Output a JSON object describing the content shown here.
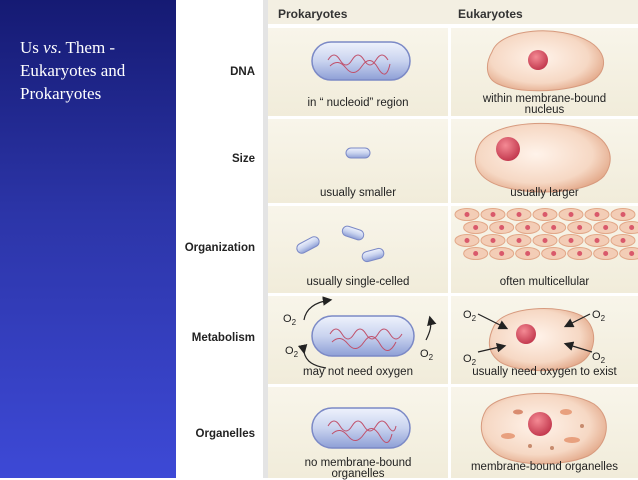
{
  "slide": {
    "title_line1_pre": "Us ",
    "title_line1_italic": "vs",
    "title_line1_post": ". Them -",
    "title_line2": "Eukaryotes and",
    "title_line3": "Prokaryotes"
  },
  "table": {
    "columns": [
      "Prokaryotes",
      "Eukaryotes"
    ],
    "rows": [
      {
        "label": "DNA",
        "prokaryote": "in “ nucleoid” region",
        "eukaryote_line1": "within membrane-bound",
        "eukaryote_line2": "nucleus"
      },
      {
        "label": "Size",
        "prokaryote": "usually smaller",
        "eukaryote": "usually larger"
      },
      {
        "label": "Organization",
        "prokaryote": "usually single-celled",
        "eukaryote": "often multicellular"
      },
      {
        "label": "Metabolism",
        "prokaryote": "may not need oxygen",
        "eukaryote": "usually need oxygen to exist"
      },
      {
        "label": "Organelles",
        "prokaryote_line1": "no membrane-bound",
        "prokaryote_line2": "organelles",
        "eukaryote": "membrane-bound organelles"
      }
    ],
    "o2_label": "O2"
  },
  "colors": {
    "prokaryote_fill": "#c9d3ef",
    "eukaryote_fill": "#f6d8c4",
    "nucleus": "#d94a5c"
  }
}
